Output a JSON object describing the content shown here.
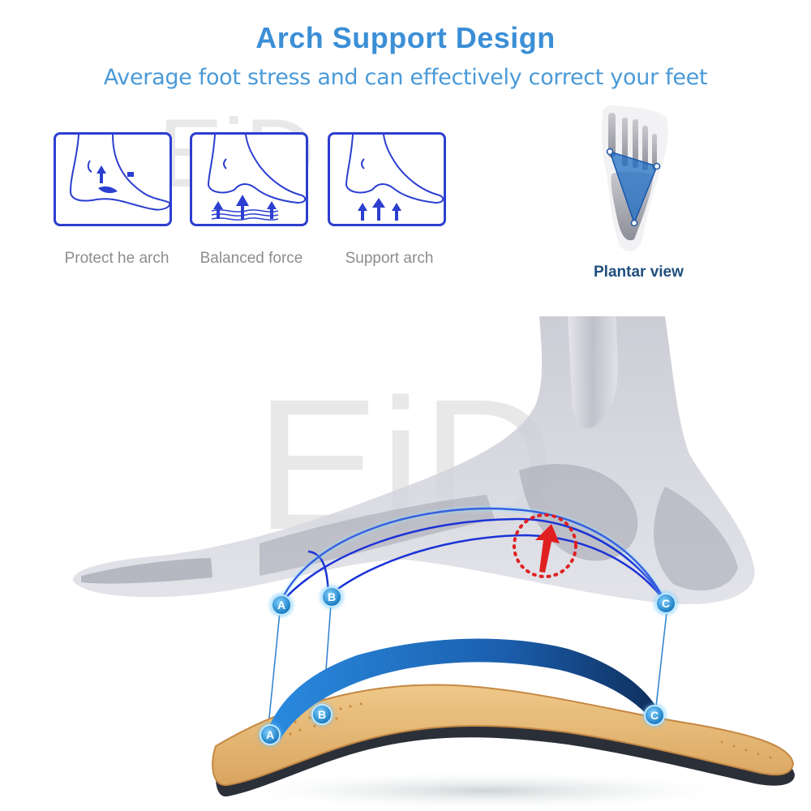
{
  "header": {
    "title": "Arch Support Design",
    "subtitle": "Average foot stress and can effectively correct your feet"
  },
  "panels": [
    {
      "label": "Protect he arch",
      "icon": "foot-arch-protect-icon"
    },
    {
      "label": "Balanced force",
      "icon": "foot-balanced-force-icon"
    },
    {
      "label": "Support arch",
      "icon": "foot-support-arch-icon"
    }
  ],
  "plantar": {
    "label": "Plantar view",
    "icon": "foot-skeleton-plantar-icon"
  },
  "diagram": {
    "points": [
      "A",
      "B",
      "C"
    ],
    "icon_foot": "foot-skeleton-side-view",
    "icon_insole": "leather-arch-insole"
  },
  "watermark": {
    "text": "EiD"
  },
  "colors": {
    "title": "#3b8fd6",
    "subtitle": "#4a9ad8",
    "panel_border": "#2c3fd0",
    "panel_label": "#8d8d8d",
    "plantar_label": "#1f4f7e",
    "arch_line": "#1a33d6",
    "insole_leather": "#e4b576",
    "arch_support": "#1f7fd0",
    "pressure_marker": "#e02020"
  }
}
